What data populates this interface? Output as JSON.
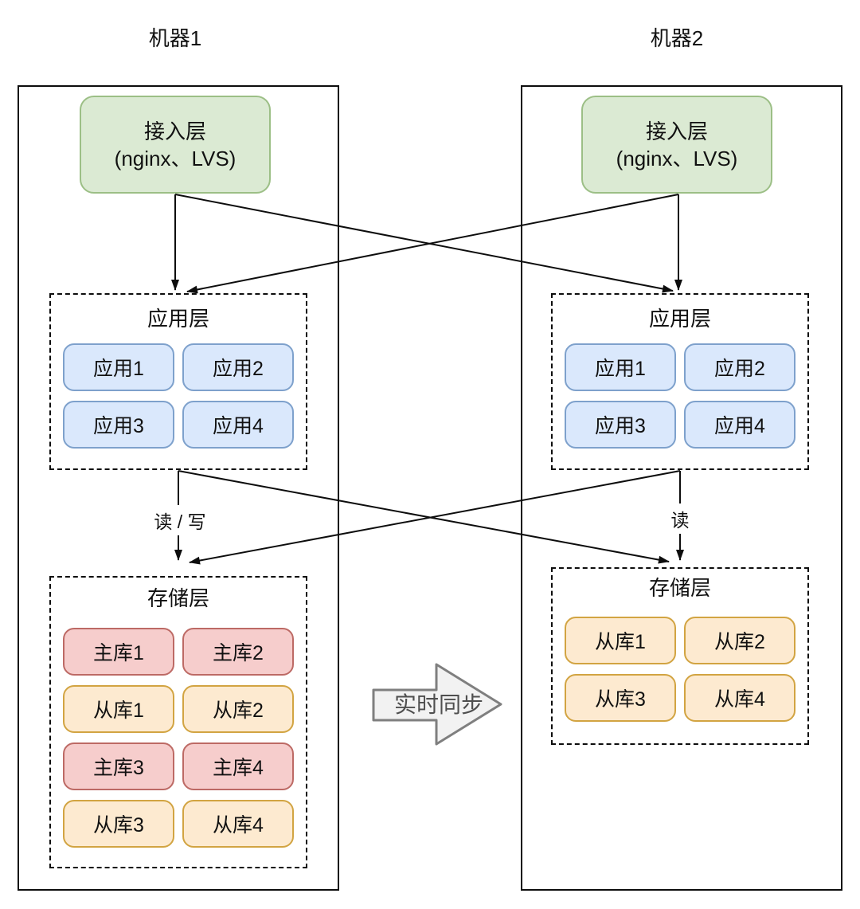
{
  "machine1": {
    "title": "机器1",
    "access_layer": {
      "line1": "接入层",
      "line2": "(nginx、LVS)"
    },
    "app_layer": {
      "title": "应用层",
      "nodes": [
        "应用1",
        "应用2",
        "应用3",
        "应用4"
      ]
    },
    "storage_layer": {
      "title": "存储层",
      "nodes": [
        {
          "label": "主库1",
          "type": "master"
        },
        {
          "label": "主库2",
          "type": "master"
        },
        {
          "label": "从库1",
          "type": "slave"
        },
        {
          "label": "从库2",
          "type": "slave"
        },
        {
          "label": "主库3",
          "type": "master"
        },
        {
          "label": "主库4",
          "type": "master"
        },
        {
          "label": "从库3",
          "type": "slave"
        },
        {
          "label": "从库4",
          "type": "slave"
        }
      ]
    },
    "storage_edge_label": "读 / 写"
  },
  "machine2": {
    "title": "机器2",
    "access_layer": {
      "line1": "接入层",
      "line2": "(nginx、LVS)"
    },
    "app_layer": {
      "title": "应用层",
      "nodes": [
        "应用1",
        "应用2",
        "应用3",
        "应用4"
      ]
    },
    "storage_layer": {
      "title": "存储层",
      "nodes": [
        {
          "label": "从库1",
          "type": "slave"
        },
        {
          "label": "从库2",
          "type": "slave"
        },
        {
          "label": "从库3",
          "type": "slave"
        },
        {
          "label": "从库4",
          "type": "slave"
        }
      ]
    },
    "storage_edge_label": "读"
  },
  "sync_arrow": {
    "label": "实时同步"
  },
  "colors": {
    "access_fill": "#dbead3",
    "access_border": "#9cbf86",
    "app_fill": "#dae8fc",
    "app_border": "#7ea1cc",
    "master_fill": "#f6cdcc",
    "master_border": "#bd6a65",
    "slave_fill": "#fdead0",
    "slave_border": "#d2a442",
    "connector": "#0d0d0d",
    "sync_fill": "#f2f2f2",
    "sync_border": "#7f7f7f"
  }
}
